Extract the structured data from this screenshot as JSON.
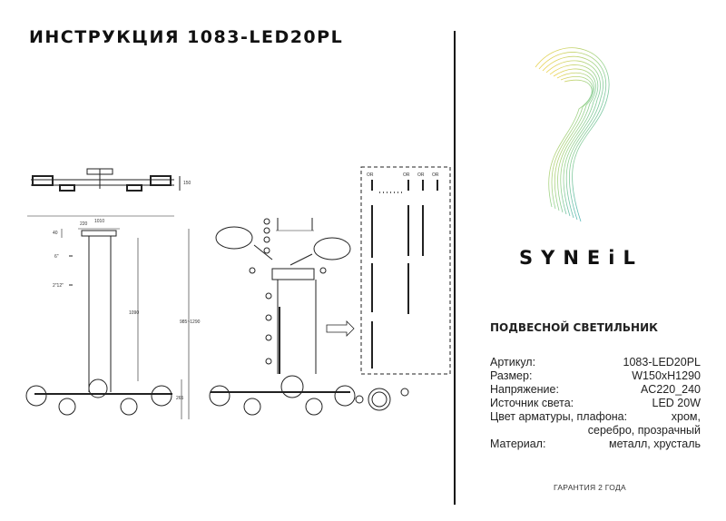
{
  "header": {
    "title": "ИНСТРУКЦИЯ 1083-LED20PL"
  },
  "brand": {
    "name": "SYNEiL"
  },
  "product": {
    "type": "ПОДВЕСНОЙ СВЕТИЛЬНИК",
    "specs": [
      {
        "label": "Артикул:",
        "value": "1083-LED20PL"
      },
      {
        "label": "Размер:",
        "value": "W150xH1290"
      },
      {
        "label": "Напряжение:",
        "value": "AC220_240"
      },
      {
        "label": "Источник света:",
        "value": "LED 20W"
      },
      {
        "label": "Цвет арматуры, плафона:",
        "value": "хром,",
        "cont": "серебро, прозрачный"
      },
      {
        "label": "Материал:",
        "value": "металл, хрусталь"
      }
    ],
    "warranty": "ГАРАНТИЯ 2 ГОДА"
  },
  "drawing": {
    "dims": {
      "top_height": "150",
      "top_width": "1010",
      "ceiling_width": "220",
      "rod_top": "40",
      "rod_total": "1090",
      "overall": "985~1290",
      "lamp": "265",
      "marker_a": "6\"",
      "marker_b": "2\"12\""
    },
    "or_label": "OR"
  },
  "colors": {
    "line": "#222222",
    "accent_left": "#f2d24a",
    "accent_right": "#2ea7d6"
  }
}
